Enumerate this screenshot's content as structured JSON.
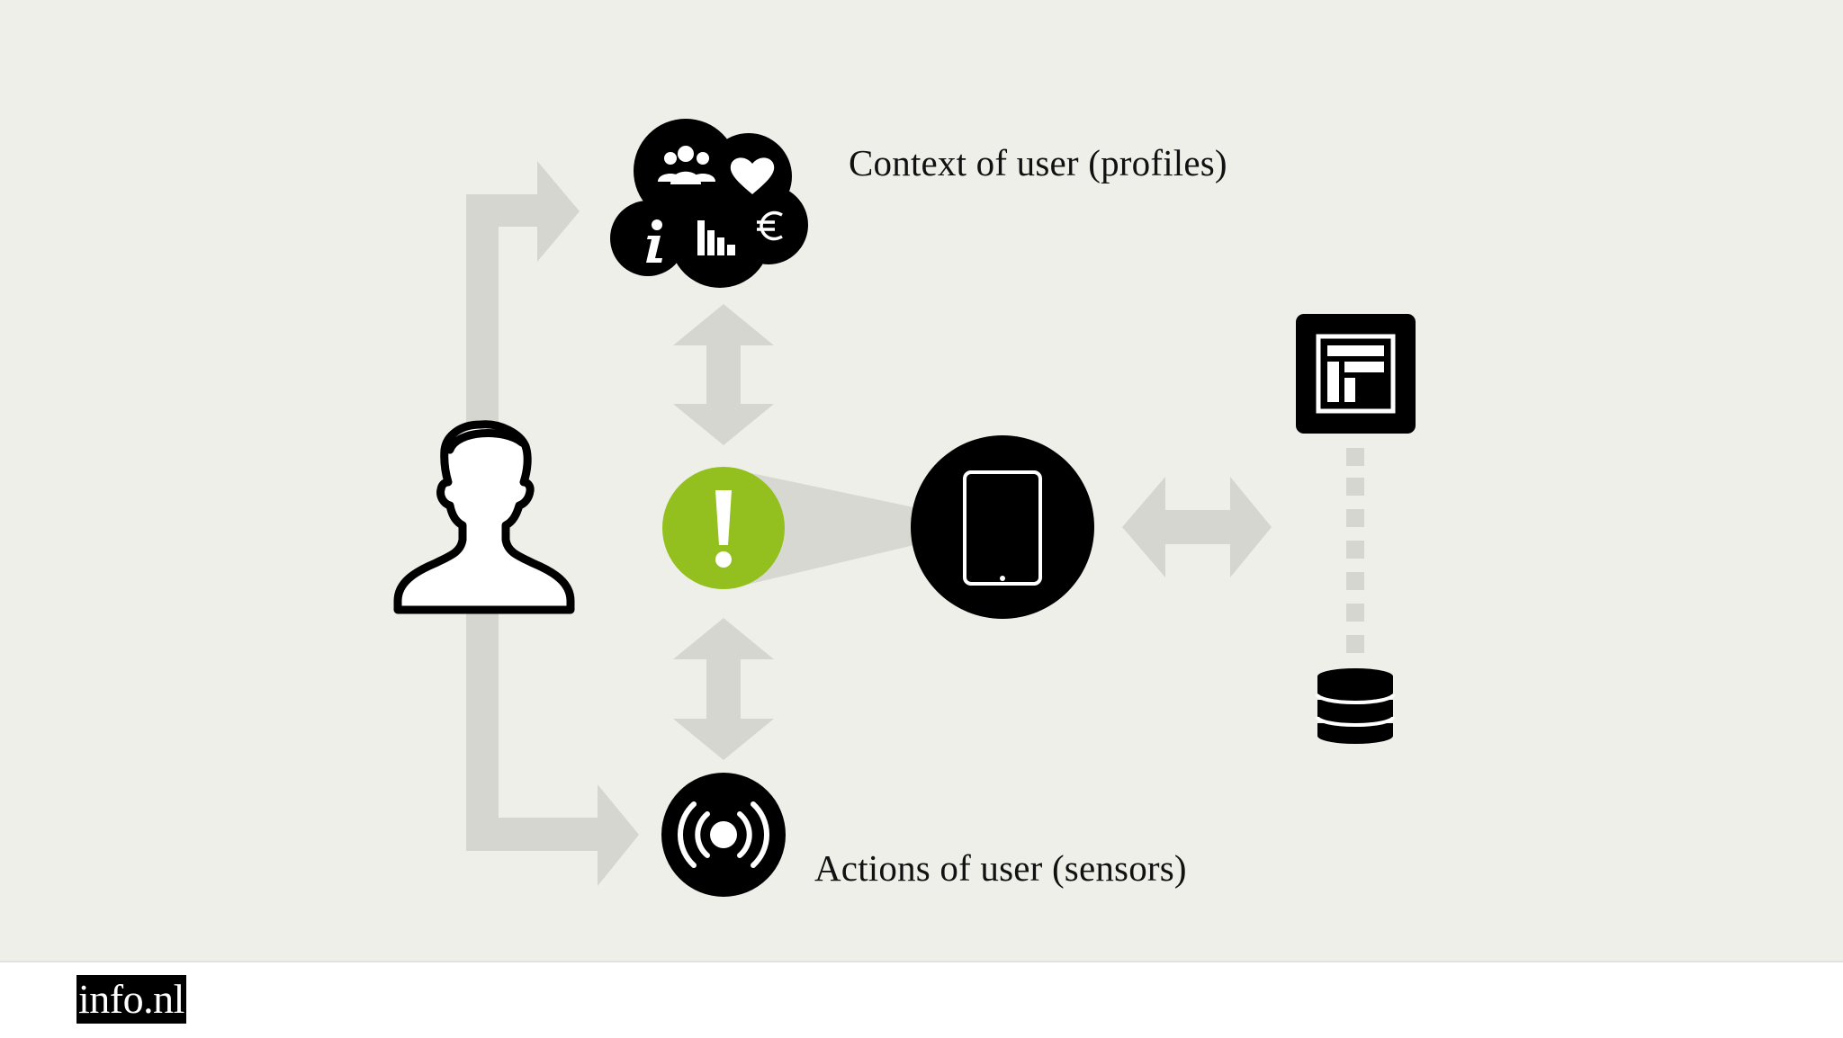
{
  "labels": {
    "context": "Context of user (profiles)",
    "actions": "Actions of user (sensors)"
  },
  "logo": {
    "text": "info.nl"
  },
  "colors": {
    "background": "#efefea",
    "arrow": "#d6d6d1",
    "icon": "#000000",
    "alert": "#93c01f",
    "beam": "#d8d8d3",
    "footer": "#ffffff"
  },
  "icons": [
    "user-icon",
    "cloud-icon",
    "group-icon",
    "heart-icon",
    "info-icon",
    "bar-chart-icon",
    "euro-icon",
    "alert-icon",
    "tablet-icon",
    "sensor-icon",
    "layout-icon",
    "database-icon"
  ]
}
